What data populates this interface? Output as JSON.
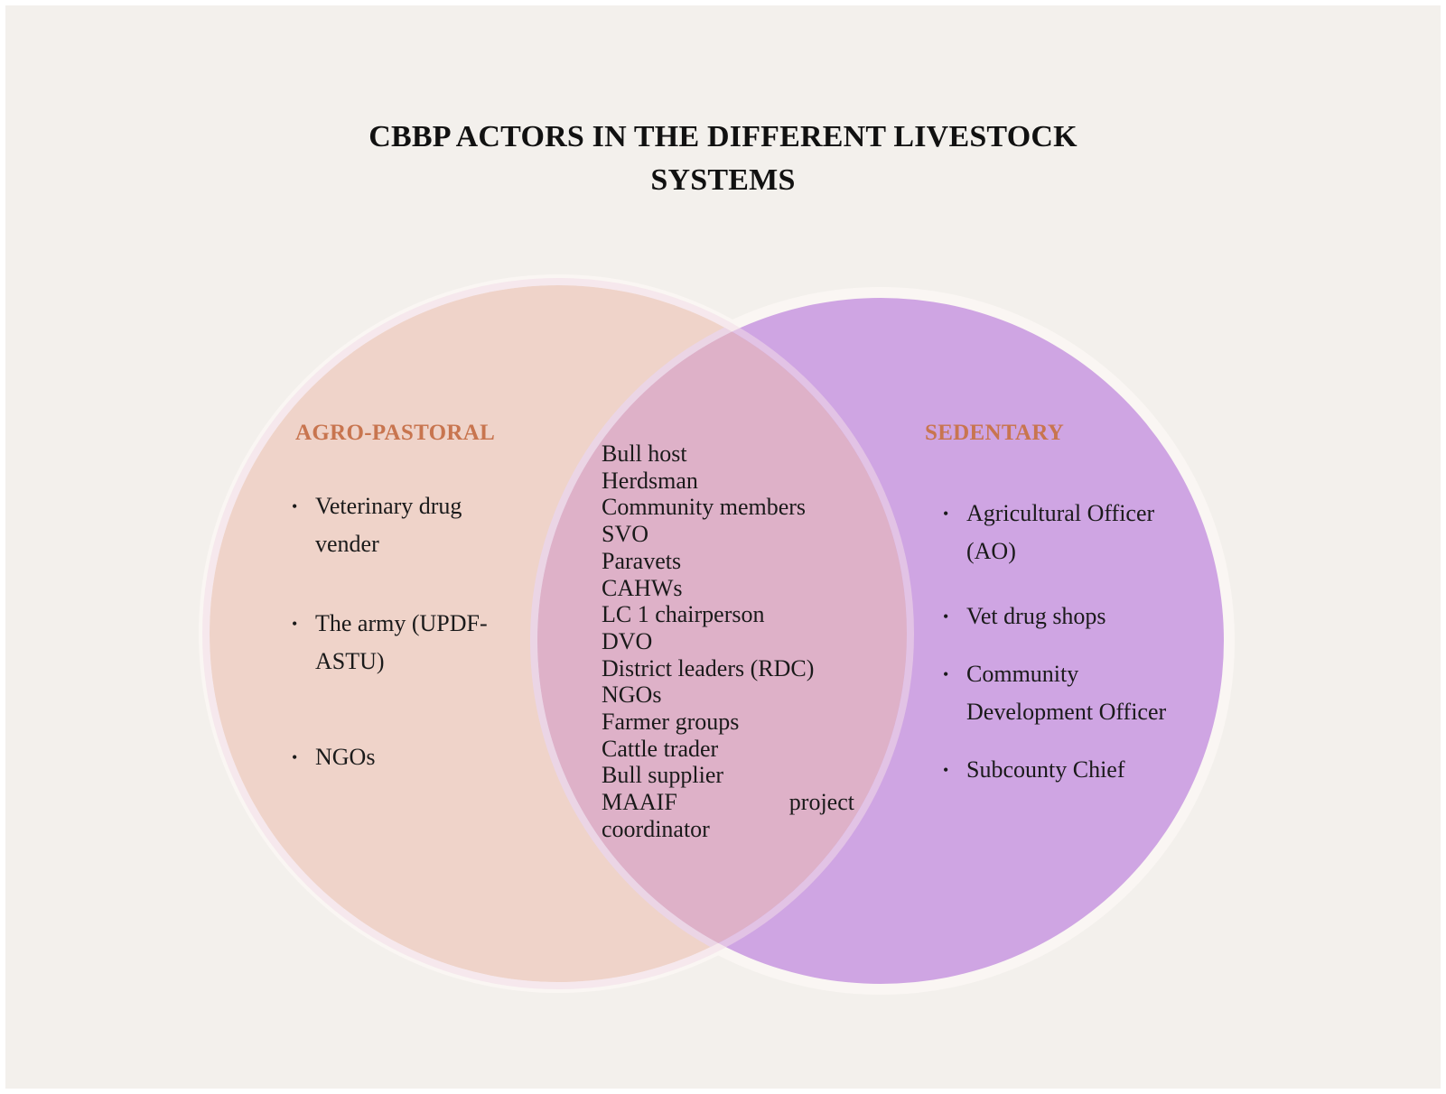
{
  "title": {
    "line1": "CBBP ACTORS IN THE DIFFERENT LIVESTOCK",
    "line2": "SYSTEMS"
  },
  "colors": {
    "background": "#f3f0ec",
    "left_circle": "#efd3c9",
    "right_circle": "#cfa5e3",
    "overlap": "#deb1c8",
    "label": "#c8754f"
  },
  "left": {
    "label": "AGRO-PASTORAL",
    "items": [
      "Veterinary drug vender",
      "The army (UPDF-ASTU)",
      "NGOs"
    ]
  },
  "right": {
    "label": "SEDENTARY",
    "items": [
      "Agricultural Officer (AO)",
      "Vet drug shops",
      "Community Development Officer",
      "Subcounty Chief"
    ]
  },
  "center": {
    "items": [
      "Bull host",
      "Herdsman",
      "Community members",
      "SVO",
      "Paravets",
      "CAHWs",
      "LC 1 chairperson",
      "DVO",
      "District leaders (RDC)",
      "NGOs",
      "Farmer groups",
      "Cattle trader",
      "Bull supplier",
      "MAAIF project coordinator"
    ]
  }
}
